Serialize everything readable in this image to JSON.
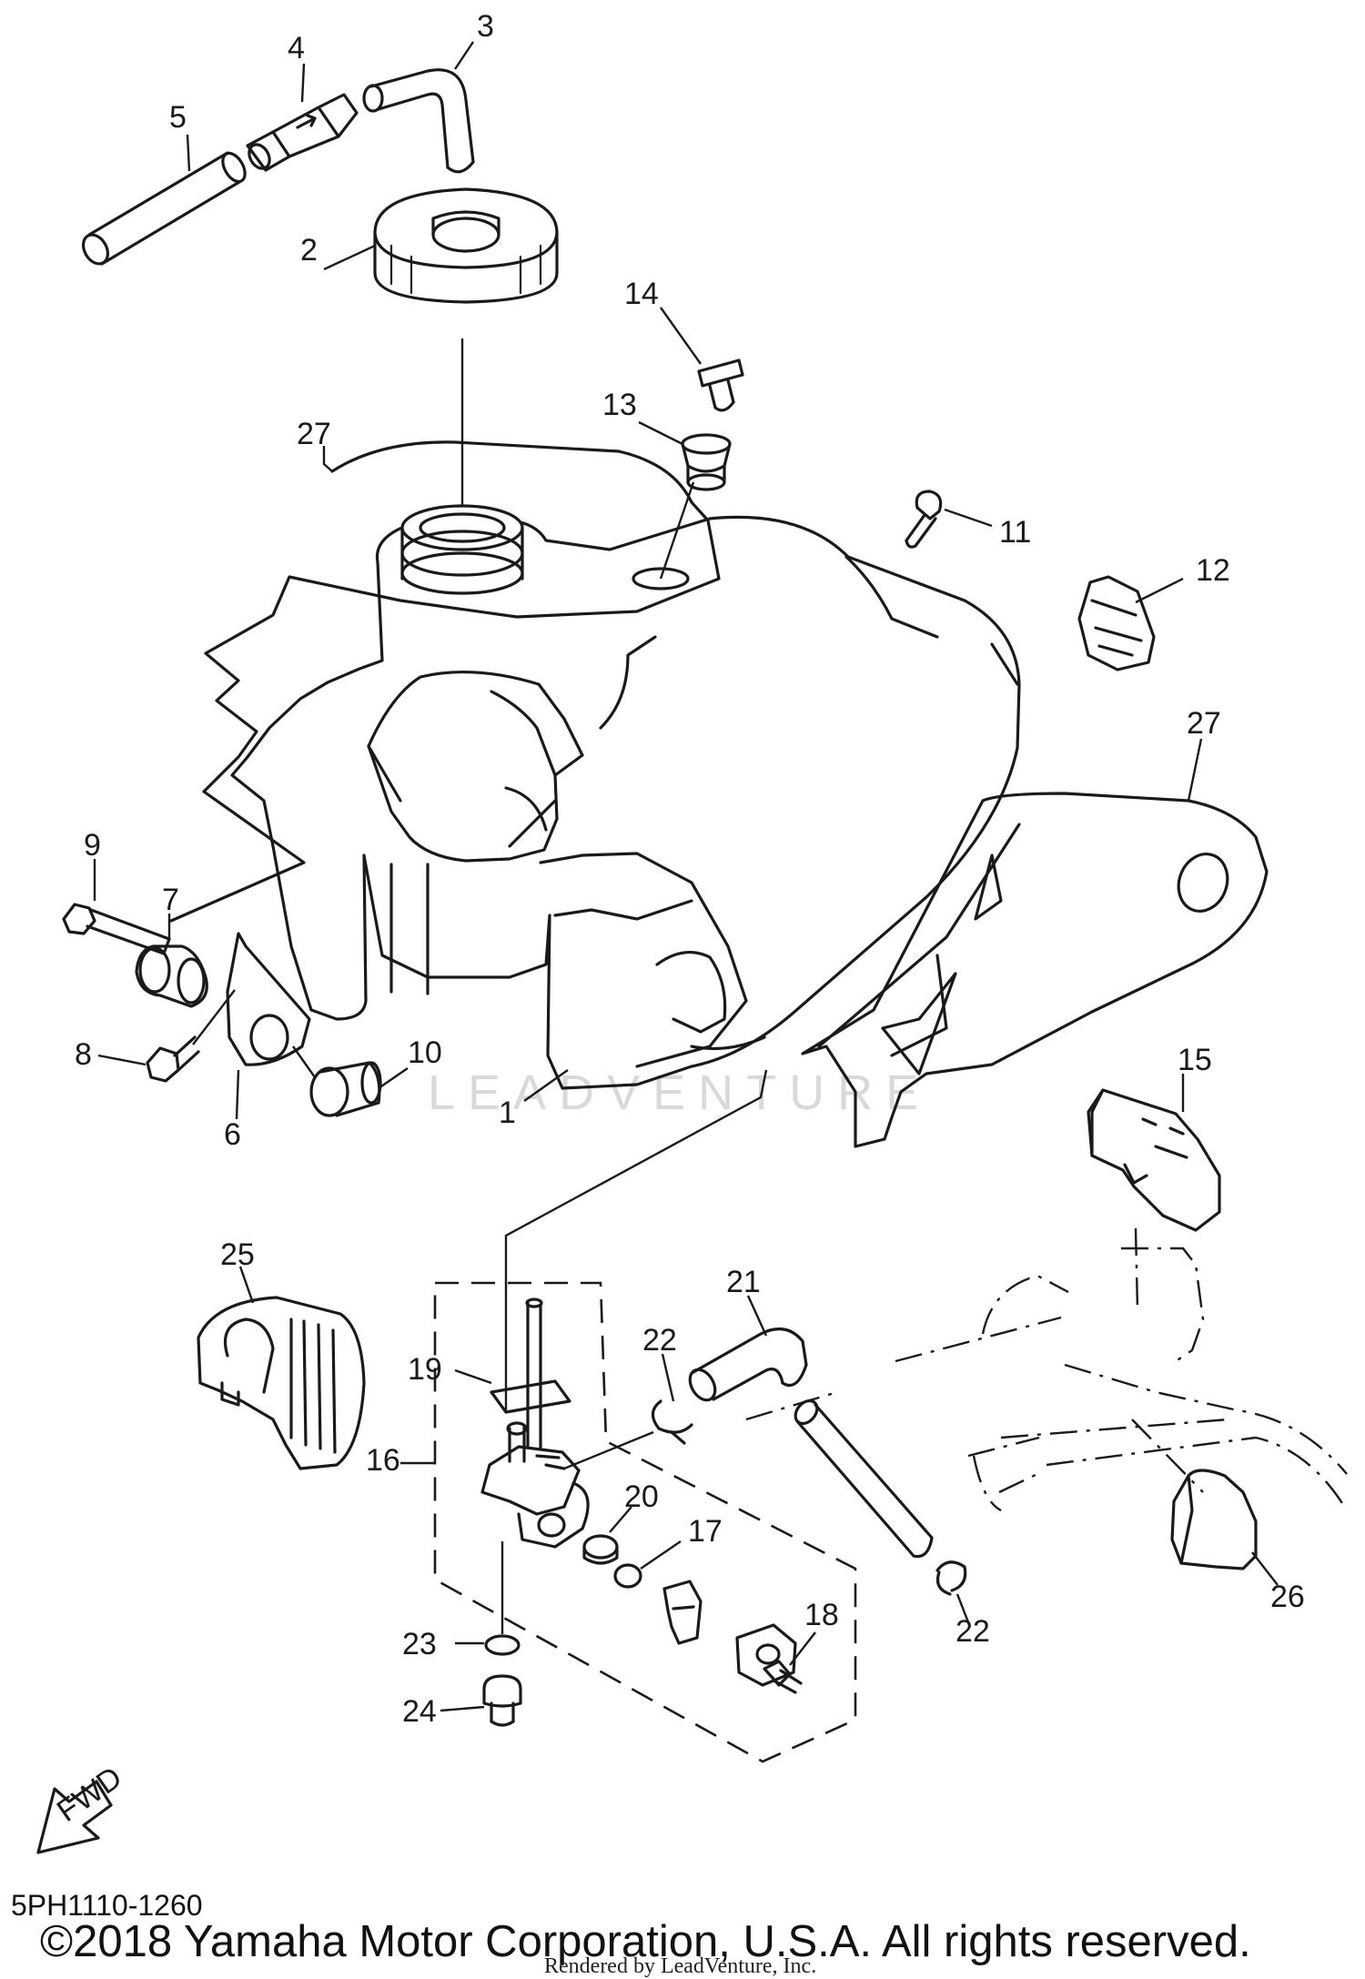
{
  "diagram": {
    "callouts": [
      {
        "id": "c1",
        "label": "1"
      },
      {
        "id": "c2",
        "label": "2"
      },
      {
        "id": "c3",
        "label": "3"
      },
      {
        "id": "c4",
        "label": "4"
      },
      {
        "id": "c5",
        "label": "5"
      },
      {
        "id": "c6",
        "label": "6"
      },
      {
        "id": "c7",
        "label": "7"
      },
      {
        "id": "c8",
        "label": "8"
      },
      {
        "id": "c9",
        "label": "9"
      },
      {
        "id": "c10",
        "label": "10"
      },
      {
        "id": "c11",
        "label": "11"
      },
      {
        "id": "c12",
        "label": "12"
      },
      {
        "id": "c13",
        "label": "13"
      },
      {
        "id": "c14",
        "label": "14"
      },
      {
        "id": "c15",
        "label": "15"
      },
      {
        "id": "c16",
        "label": "16"
      },
      {
        "id": "c17",
        "label": "17"
      },
      {
        "id": "c18",
        "label": "18"
      },
      {
        "id": "c19",
        "label": "19"
      },
      {
        "id": "c20",
        "label": "20"
      },
      {
        "id": "c21",
        "label": "21"
      },
      {
        "id": "c22a",
        "label": "22"
      },
      {
        "id": "c22b",
        "label": "22"
      },
      {
        "id": "c23",
        "label": "23"
      },
      {
        "id": "c24",
        "label": "24"
      },
      {
        "id": "c25",
        "label": "25"
      },
      {
        "id": "c26",
        "label": "26"
      },
      {
        "id": "c27a",
        "label": "27"
      },
      {
        "id": "c27b",
        "label": "27"
      }
    ],
    "fwd_label": "FWD",
    "watermark": "LEADVENTURE",
    "diagram_code": "5PH1110-1260",
    "copyright": "©2018 Yamaha Motor Corporation, U.S.A. All rights reserved.",
    "rendered_by": "Rendered by LeadVenture, Inc."
  }
}
